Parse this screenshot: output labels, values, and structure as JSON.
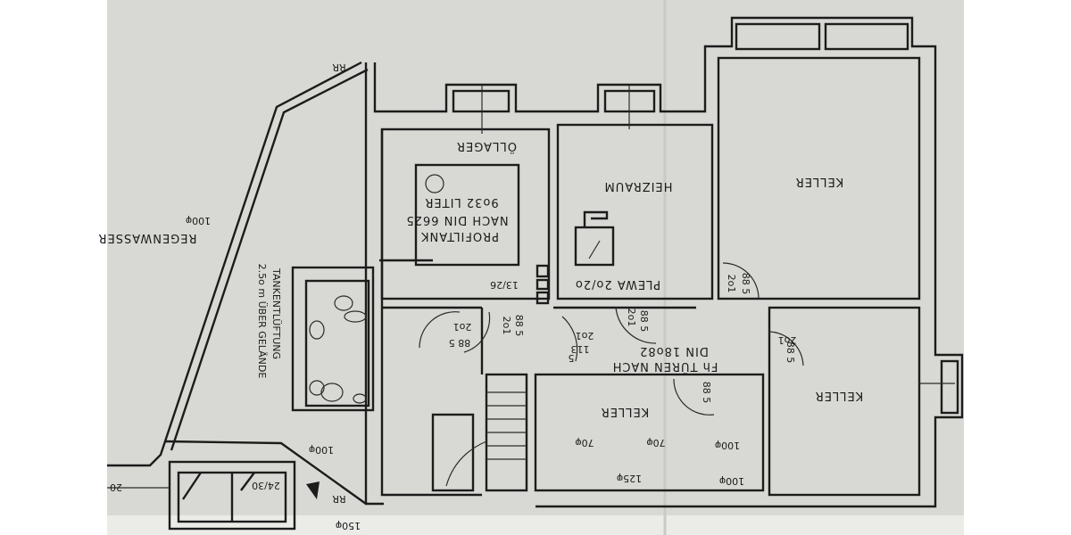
{
  "rooms": {
    "oil_storage": "ÖLLAGER",
    "boiler_room": "HEIZRAUM",
    "cellar_top_right": "KELLER",
    "cellar_bottom_right": "KELLER",
    "cellar_middle": "KELLER"
  },
  "tank": {
    "line1": "PROFILTANK",
    "line2": "NACH DIN 6625",
    "line3": "9o32 LITER"
  },
  "annotations": {
    "plewa": "PLEWA 2o/2o",
    "chimney": "13/26",
    "doors_line1": "Fh TÜREN NACH",
    "doors_line2": "DIN 18o82",
    "rainwater": "REGENWASSER",
    "vent_line1": "TANKENTLÜFTUNG",
    "vent_line2": "2.5o m ÜBER GELÄNDE",
    "rr_top": "RR",
    "rr_bottom": "RR",
    "pipe_100_left": "100φ",
    "pipe_100_lower": "100φ",
    "pipe_150": "150φ",
    "edge_20": "20",
    "pipe_70_a": "70φ",
    "pipe_70_b": "70φ",
    "pipe_100_a": "100φ",
    "pipe_100_b": "100φ",
    "pipe_125": "125φ",
    "stair_dim": "113",
    "stair_dim2": "5",
    "small_dim": "24/30"
  },
  "doors": [
    {
      "width": "88 5",
      "height": "2o1"
    },
    {
      "width": "88 5",
      "height": "2o1"
    },
    {
      "width": "88 5",
      "height": "2o1"
    },
    {
      "width": "88 5",
      "height": "2o1"
    },
    {
      "width": "88 5",
      "height": "2o1"
    },
    {
      "width": "88 5",
      "height": "2o1"
    }
  ],
  "colors": {
    "paper": "#d8d8d4",
    "ink": "#1c1c1c"
  }
}
